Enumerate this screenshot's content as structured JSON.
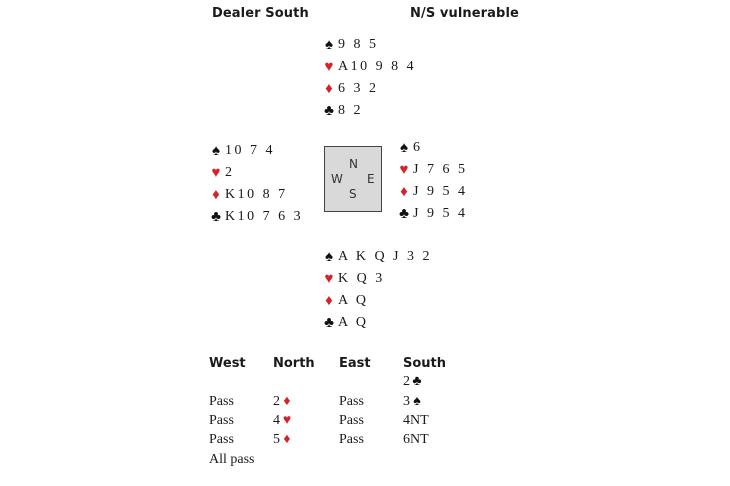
{
  "header": {
    "dealer": "Dealer South",
    "vulnerability": "N/S vulnerable"
  },
  "colors": {
    "red_suit": "#d2232a",
    "black_suit": "#111111",
    "compass_bg": "#d9d9d9"
  },
  "suit_icons": {
    "spades": "♠",
    "hearts": "♥",
    "diamonds": "♦",
    "clubs": "♣"
  },
  "hands": {
    "north": {
      "spades": "9 8 5",
      "hearts": "A10 9 8 4",
      "diamonds": "6 3 2",
      "clubs": "8 2"
    },
    "west": {
      "spades": "10 7 4",
      "hearts": "2",
      "diamonds": "K10 8 7",
      "clubs": "K10 7 6 3"
    },
    "east": {
      "spades": "6",
      "hearts": "J 7 6 5",
      "diamonds": "J 9 5 4",
      "clubs": "J 9 5 4"
    },
    "south": {
      "spades": "A K Q J 3 2",
      "hearts": "K Q 3",
      "diamonds": "A Q",
      "clubs": "A Q"
    }
  },
  "compass": {
    "n": "N",
    "w": "W",
    "e": "E",
    "s": "S"
  },
  "auction": {
    "headers": {
      "west": "West",
      "north": "North",
      "east": "East",
      "south": "South"
    },
    "bids": {
      "south_1": "2",
      "west_1": "Pass",
      "north_1": "2",
      "east_1": "Pass",
      "south_2": "3",
      "west_2": "Pass",
      "north_2": "4",
      "east_2": "Pass",
      "south_3": "4NT",
      "west_3": "Pass",
      "north_3": "5",
      "east_3": "Pass",
      "south_4": "6NT",
      "west_4": "All pass"
    }
  }
}
